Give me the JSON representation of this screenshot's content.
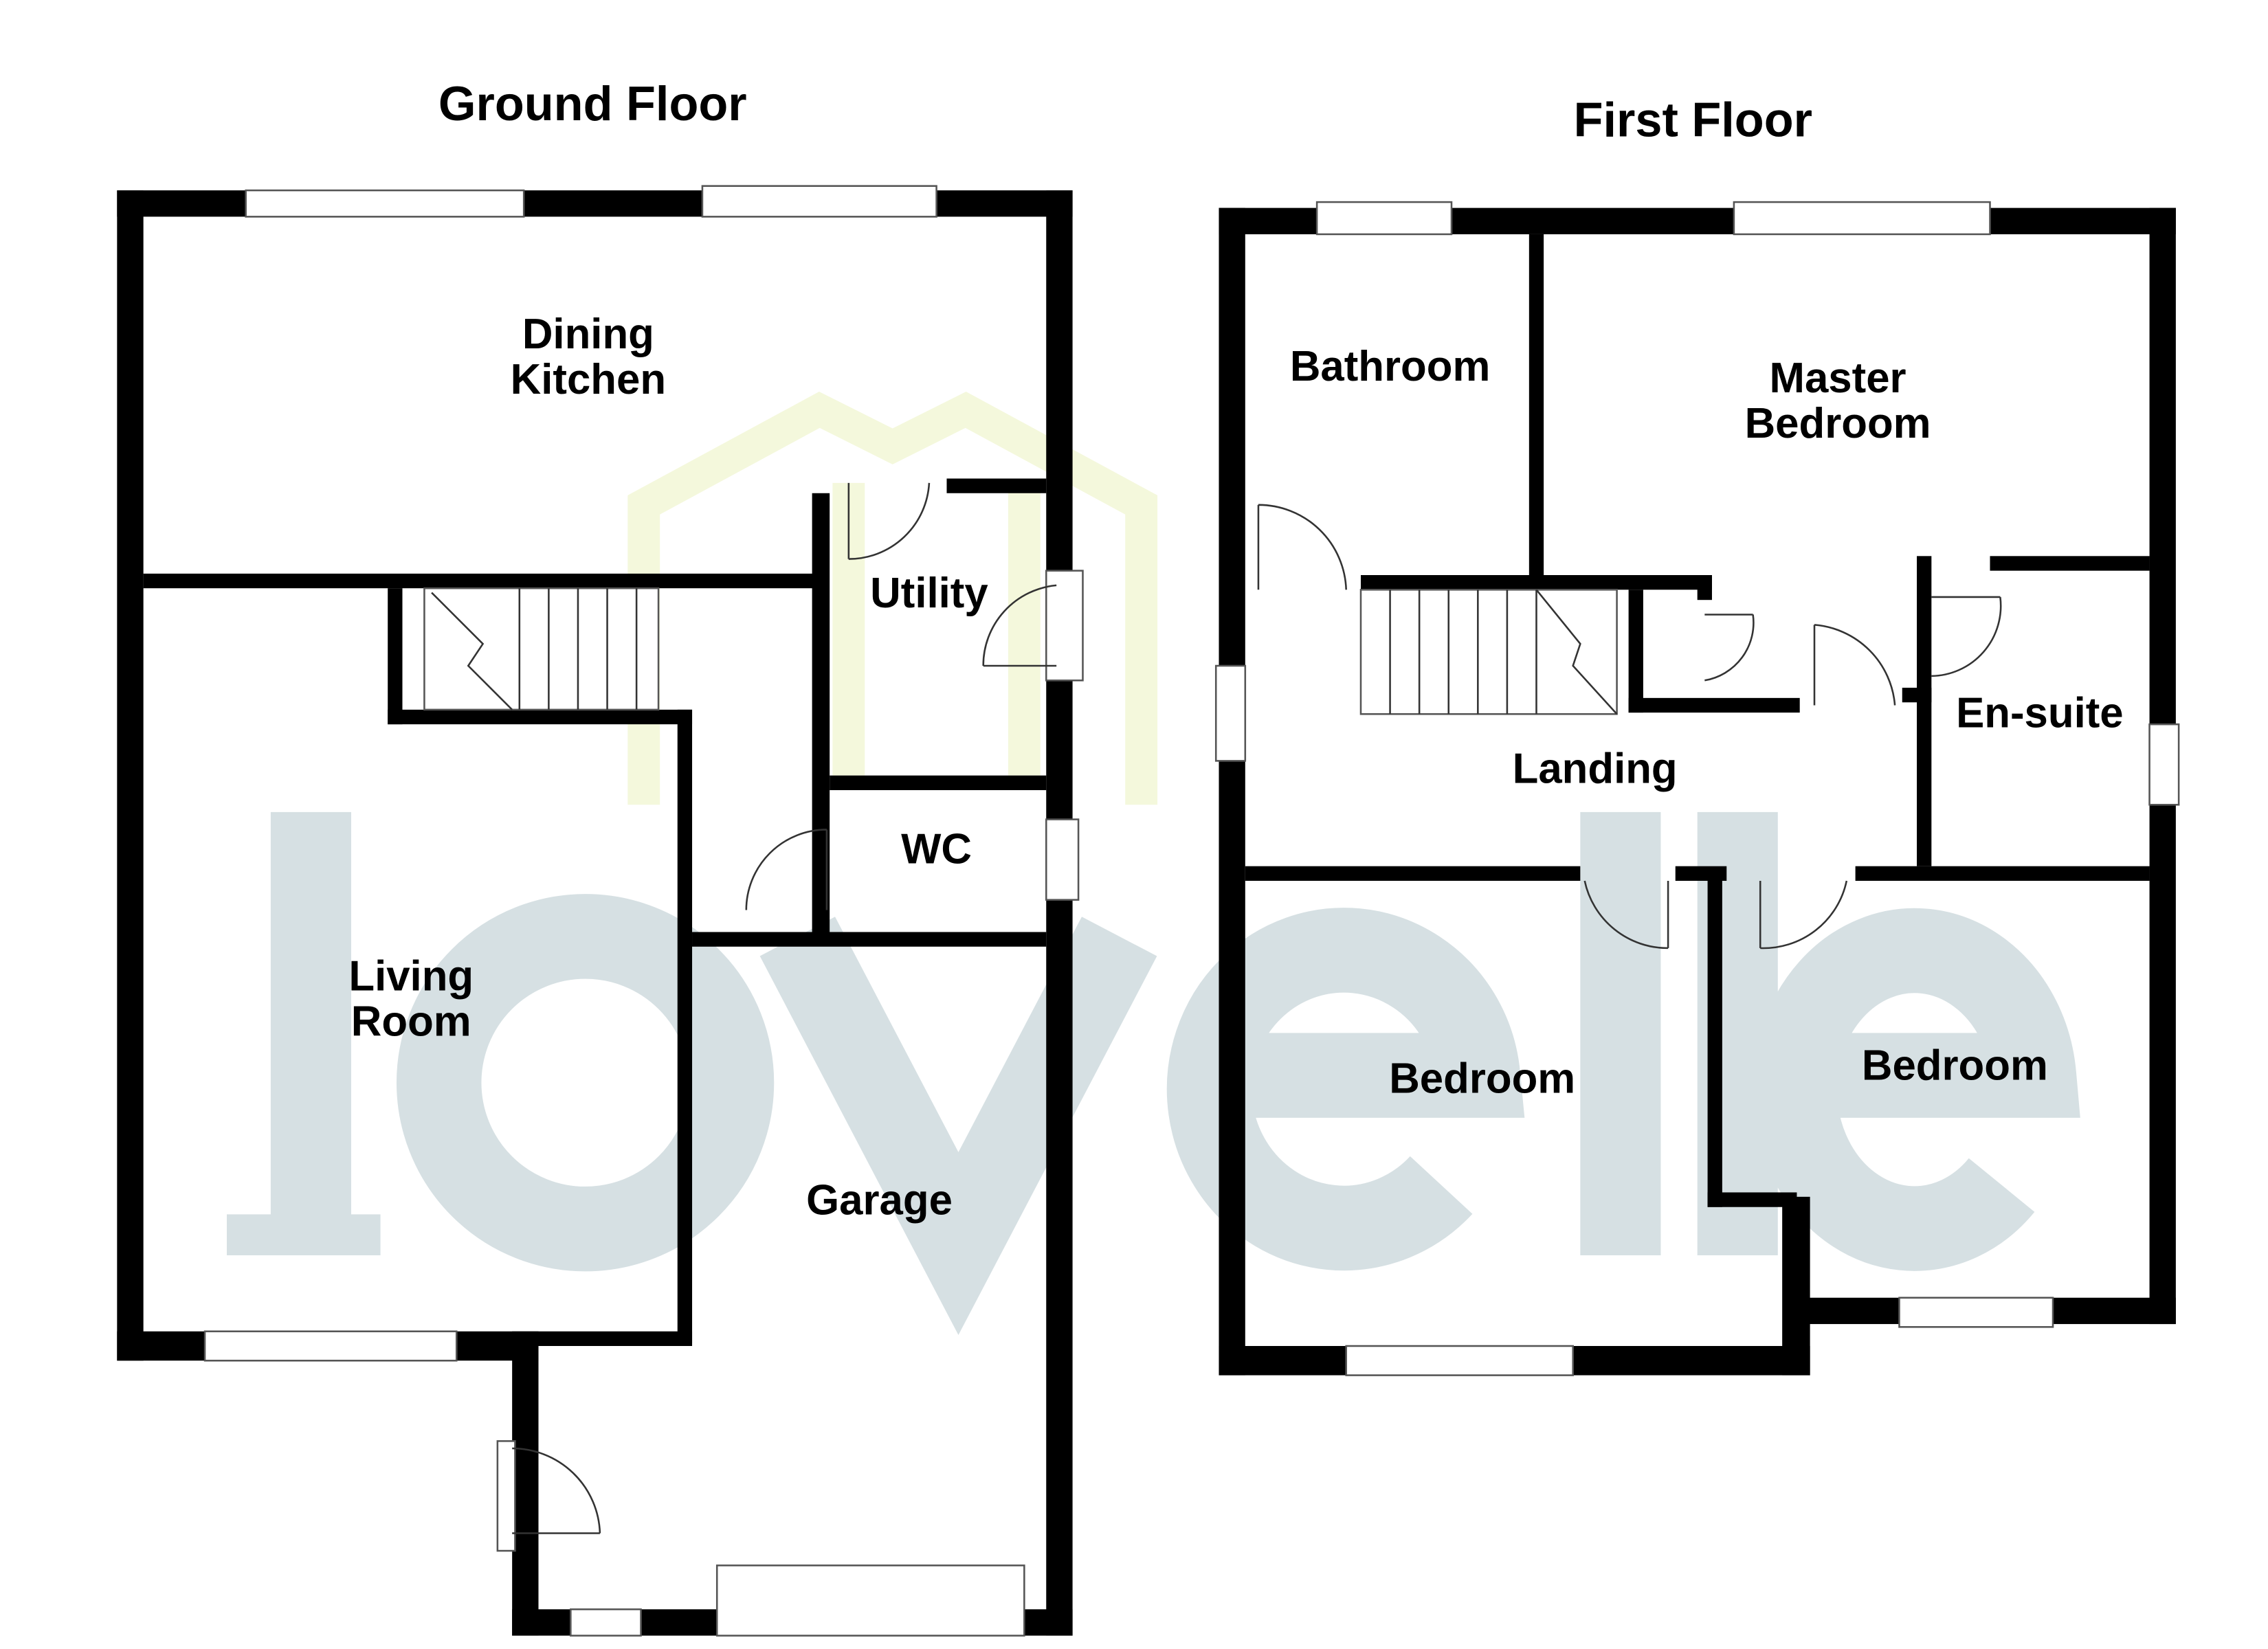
{
  "watermark": {
    "text": "lovelle",
    "text_color": "#d6e0e3",
    "logo_color": "#f4f8dc"
  },
  "ground_floor": {
    "title": "Ground Floor",
    "rooms": {
      "dining_kitchen": [
        "Dining",
        "Kitchen"
      ],
      "utility": "Utility",
      "wc": "WC",
      "living_room": [
        "Living",
        "Room"
      ],
      "garage": "Garage"
    }
  },
  "first_floor": {
    "title": "First Floor",
    "rooms": {
      "bathroom": "Bathroom",
      "master_bedroom": [
        "Master",
        "Bedroom"
      ],
      "en_suite": "En-suite",
      "landing": "Landing",
      "bedroom_1": "Bedroom",
      "bedroom_2": "Bedroom"
    }
  }
}
